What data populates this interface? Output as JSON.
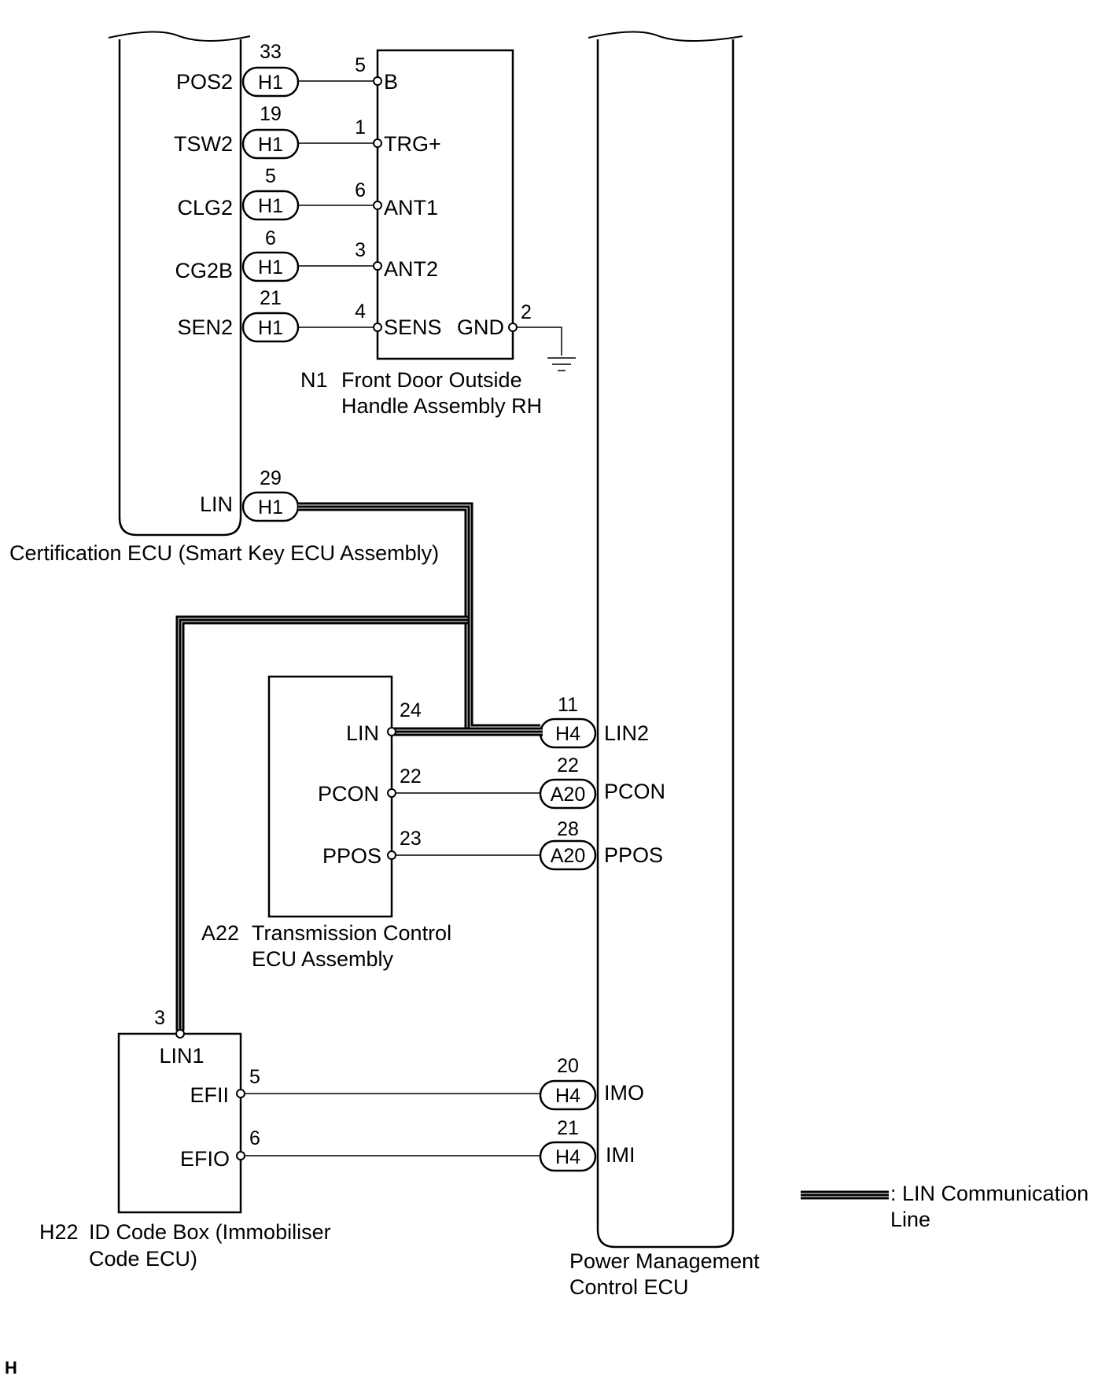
{
  "certification_ecu": {
    "title": "Certification ECU (Smart Key ECU Assembly)",
    "pins": [
      {
        "label": "POS2",
        "num": "33",
        "conn": "H1"
      },
      {
        "label": "TSW2",
        "num": "19",
        "conn": "H1"
      },
      {
        "label": "CLG2",
        "num": "5",
        "conn": "H1"
      },
      {
        "label": "CG2B",
        "num": "6",
        "conn": "H1"
      },
      {
        "label": "SEN2",
        "num": "21",
        "conn": "H1"
      },
      {
        "label": "LIN",
        "num": "29",
        "conn": "H1"
      }
    ]
  },
  "handle_assembly": {
    "code": "N1",
    "title_line1": "Front Door Outside",
    "title_line2": "Handle Assembly RH",
    "pins": [
      {
        "label": "B",
        "num": "5"
      },
      {
        "label": "TRG+",
        "num": "1"
      },
      {
        "label": "ANT1",
        "num": "6"
      },
      {
        "label": "ANT2",
        "num": "3"
      },
      {
        "label": "SENS",
        "num": "4"
      },
      {
        "label": "GND",
        "num": "2"
      }
    ]
  },
  "transmission_ecu": {
    "code": "A22",
    "title_line1": "Transmission Control",
    "title_line2": "ECU Assembly",
    "pins": [
      {
        "label": "LIN",
        "num": "24"
      },
      {
        "label": "PCON",
        "num": "22"
      },
      {
        "label": "PPOS",
        "num": "23"
      }
    ]
  },
  "id_code_box": {
    "code": "H22",
    "title_line1": "ID Code Box (Immobiliser",
    "title_line2": "Code ECU)",
    "pins": [
      {
        "label": "LIN1",
        "num": "3"
      },
      {
        "label": "EFII",
        "num": "5"
      },
      {
        "label": "EFIO",
        "num": "6"
      }
    ]
  },
  "power_mgmt_ecu": {
    "title_line1": "Power Management",
    "title_line2": "Control ECU",
    "pins": [
      {
        "label": "LIN2",
        "num": "11",
        "conn": "H4"
      },
      {
        "label": "PCON",
        "num": "22",
        "conn": "A20"
      },
      {
        "label": "PPOS",
        "num": "28",
        "conn": "A20"
      },
      {
        "label": "IMO",
        "num": "20",
        "conn": "H4"
      },
      {
        "label": "IMI",
        "num": "21",
        "conn": "H4"
      }
    ]
  },
  "legend": {
    "line1": ": LIN Communication",
    "line2": "Line"
  },
  "footer_mark": "H"
}
